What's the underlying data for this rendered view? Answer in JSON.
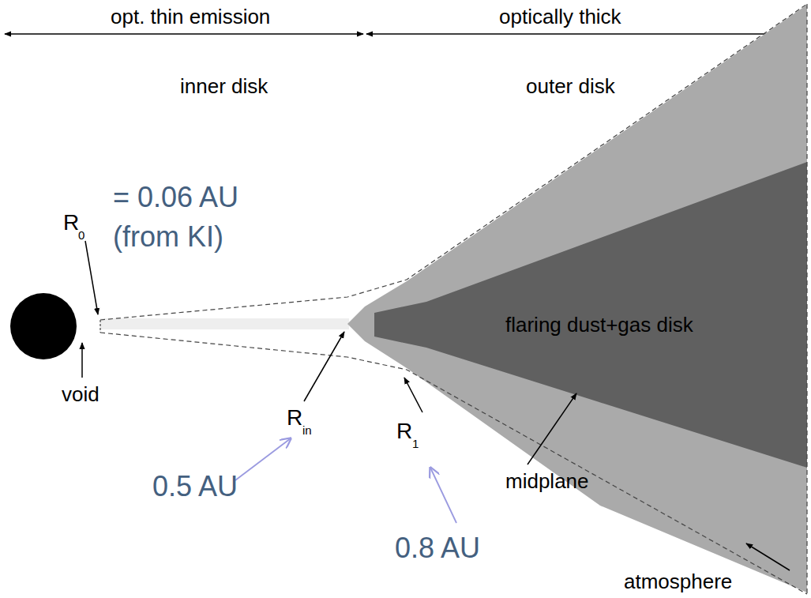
{
  "diagram": {
    "labels": [
      "opt. thin emission",
      "optically thick",
      "inner disk",
      "outer disk",
      "R",
      "0",
      "= 0.06 AU",
      "(from KI)",
      "void",
      "R",
      "in",
      "0.5 AU",
      "R",
      "1",
      "0.8 AU",
      "flaring dust+gas disk",
      "midplane",
      "atmosphere"
    ]
  }
}
